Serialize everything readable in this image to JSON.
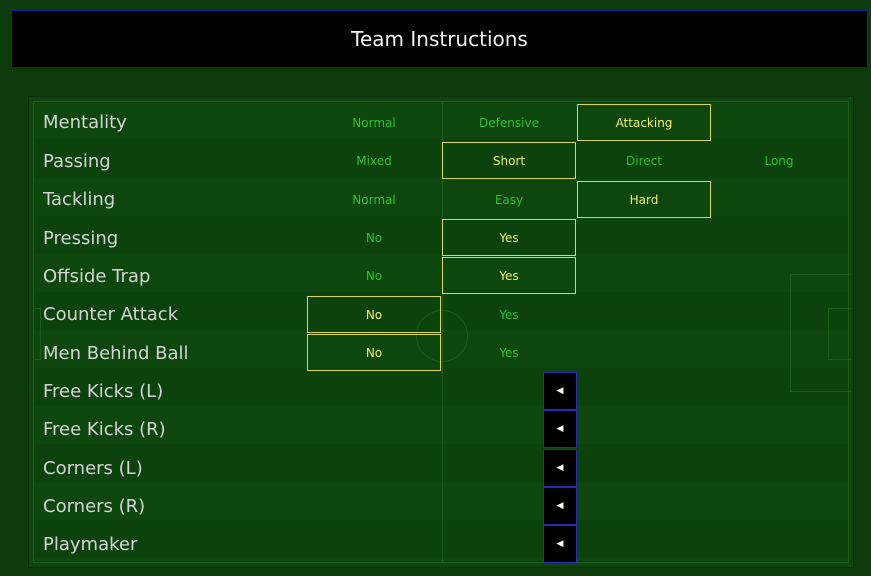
{
  "header": {
    "title": "Team Instructions"
  },
  "colors": {
    "background": "#0b3a0b",
    "selected_border": "#d8d860",
    "option_text": "#2fbf2f",
    "picker_border": "#2a2ab8"
  },
  "rows": [
    {
      "label": "Mentality",
      "options": [
        "Normal",
        "Defensive",
        "Attacking"
      ],
      "selected": 2
    },
    {
      "label": "Passing",
      "options": [
        "Mixed",
        "Short",
        "Direct",
        "Long"
      ],
      "selected": 1
    },
    {
      "label": "Tackling",
      "options": [
        "Normal",
        "Easy",
        "Hard"
      ],
      "selected": 2
    },
    {
      "label": "Pressing",
      "options": [
        "No",
        "Yes"
      ],
      "selected": 1
    },
    {
      "label": "Offside Trap",
      "options": [
        "No",
        "Yes"
      ],
      "selected": 1
    },
    {
      "label": "Counter Attack",
      "options": [
        "No",
        "Yes"
      ],
      "selected": 0
    },
    {
      "label": "Men Behind Ball",
      "options": [
        "No",
        "Yes"
      ],
      "selected": 0
    }
  ],
  "pickers": [
    {
      "label": "Free Kicks (L)",
      "icon": "arrow-left-icon"
    },
    {
      "label": "Free Kicks (R)",
      "icon": "arrow-left-icon"
    },
    {
      "label": "Corners (L)",
      "icon": "arrow-left-icon"
    },
    {
      "label": "Corners (R)",
      "icon": "arrow-left-icon"
    },
    {
      "label": "Playmaker",
      "icon": "arrow-left-icon"
    }
  ]
}
